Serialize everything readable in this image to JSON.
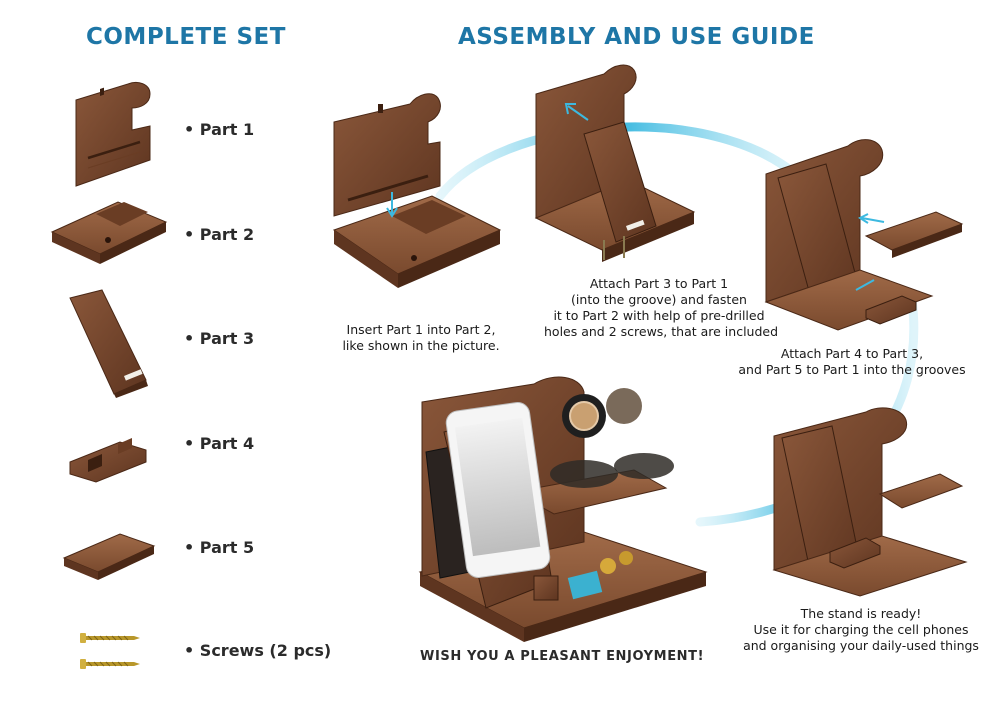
{
  "headings": {
    "complete_set": "COMPLETE SET",
    "assembly_guide": "ASSEMBLY AND USE GUIDE"
  },
  "parts": [
    {
      "label": "• Part 1"
    },
    {
      "label": "• Part 2"
    },
    {
      "label": "• Part 3"
    },
    {
      "label": "• Part 4"
    },
    {
      "label": "• Part 5"
    },
    {
      "label": "• Screws (2 pcs)"
    }
  ],
  "steps": {
    "step1": {
      "lines": [
        "Insert Part 1 into Part 2,",
        "like shown in the picture."
      ]
    },
    "step2": {
      "lines": [
        "Attach Part 3 to Part 1",
        "(into the groove) and fasten",
        "it to Part 2 with help of pre-drilled",
        "holes and 2 screws, that are included"
      ]
    },
    "step3": {
      "lines": [
        "Attach Part 4 to Part 3,",
        "and Part 5 to Part 1 into the grooves"
      ]
    },
    "step4": {
      "lines": [
        "The stand is ready!",
        "Use it for charging the cell phones",
        "and organising your daily-used things"
      ]
    }
  },
  "footer_message": "WISH YOU A PLEASANT ENJOYMENT!",
  "colors": {
    "heading": "#1e76a6",
    "wood_dark": "#5e3520",
    "wood_mid": "#7a4a2e",
    "wood_light": "#9a6444",
    "arrow": "#3cb9e0"
  }
}
